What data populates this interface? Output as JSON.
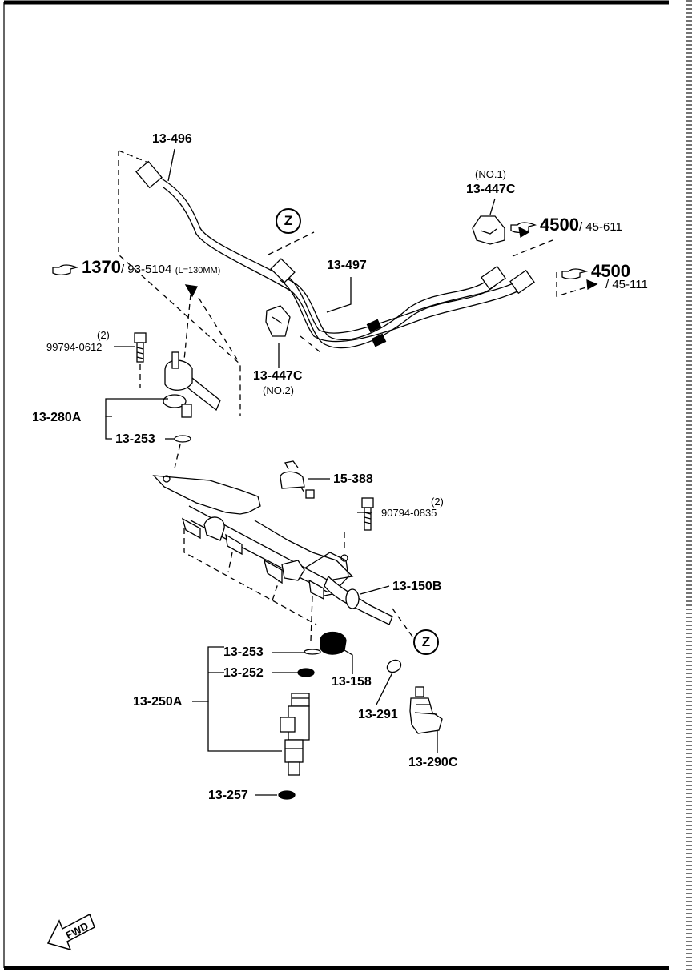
{
  "labels": {
    "p13_496": "13-496",
    "p13_497": "13-497",
    "p13_447c_top": "13-447C",
    "p13_447c_top_note": "(NO.1)",
    "p13_447c_mid": "13-447C",
    "p13_447c_mid_note": "(NO.2)",
    "p99794_0612": "99794-0612",
    "p99794_qty": "(2)",
    "p13_280a": "13-280A",
    "p13_253_upper": "13-253",
    "p15_388": "15-388",
    "p90794_0835": "90794-0835",
    "p90794_qty": "(2)",
    "p13_150b": "13-150B",
    "p13_253_lower": "13-253",
    "p13_252": "13-252",
    "p13_250a": "13-250A",
    "p13_158": "13-158",
    "p13_291": "13-291",
    "p13_290c": "13-290C",
    "p13_257": "13-257"
  },
  "refs": {
    "r1370_main": "1370",
    "r1370_sub": "/ 93-5104",
    "r1370_note": "(L=130MM)",
    "r4500a_main": "4500",
    "r4500a_sub": "/ 45-611",
    "r4500b_main": "4500",
    "r4500b_sub": "/ 45-111"
  },
  "markers": {
    "z_top": "Z",
    "z_bottom": "Z"
  },
  "fwd": "FWD",
  "icons": [
    "pointing-hand-icon",
    "fwd-arrow-icon"
  ]
}
